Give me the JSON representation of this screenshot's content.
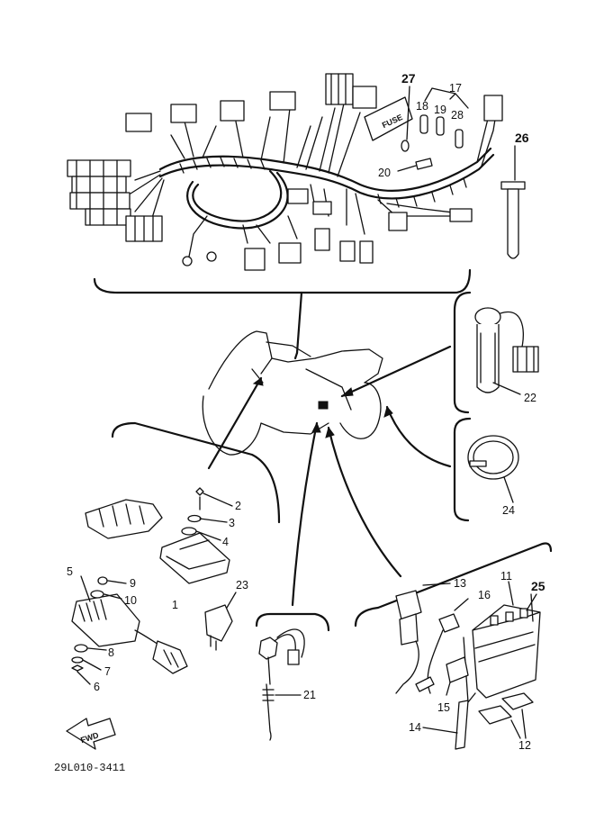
{
  "diagram": {
    "callouts": [
      {
        "id": "1",
        "label": "1"
      },
      {
        "id": "2",
        "label": "2"
      },
      {
        "id": "3",
        "label": "3"
      },
      {
        "id": "4",
        "label": "4"
      },
      {
        "id": "5",
        "label": "5"
      },
      {
        "id": "6",
        "label": "6"
      },
      {
        "id": "7",
        "label": "7"
      },
      {
        "id": "8",
        "label": "8"
      },
      {
        "id": "9",
        "label": "9"
      },
      {
        "id": "10",
        "label": "10"
      },
      {
        "id": "11",
        "label": "11"
      },
      {
        "id": "12",
        "label": "12"
      },
      {
        "id": "13",
        "label": "13"
      },
      {
        "id": "14",
        "label": "14"
      },
      {
        "id": "15",
        "label": "15"
      },
      {
        "id": "16",
        "label": "16"
      },
      {
        "id": "17",
        "label": "17"
      },
      {
        "id": "18",
        "label": "18"
      },
      {
        "id": "19",
        "label": "19"
      },
      {
        "id": "20",
        "label": "20"
      },
      {
        "id": "21",
        "label": "21"
      },
      {
        "id": "22",
        "label": "22"
      },
      {
        "id": "23",
        "label": "23"
      },
      {
        "id": "24",
        "label": "24"
      },
      {
        "id": "25",
        "label": "25"
      },
      {
        "id": "26",
        "label": "26"
      },
      {
        "id": "27",
        "label": "27"
      },
      {
        "id": "28",
        "label": "28"
      }
    ],
    "fuse_label": "FUSE",
    "fwd_label": "FWD",
    "drawing_code": "29L010-3411"
  }
}
